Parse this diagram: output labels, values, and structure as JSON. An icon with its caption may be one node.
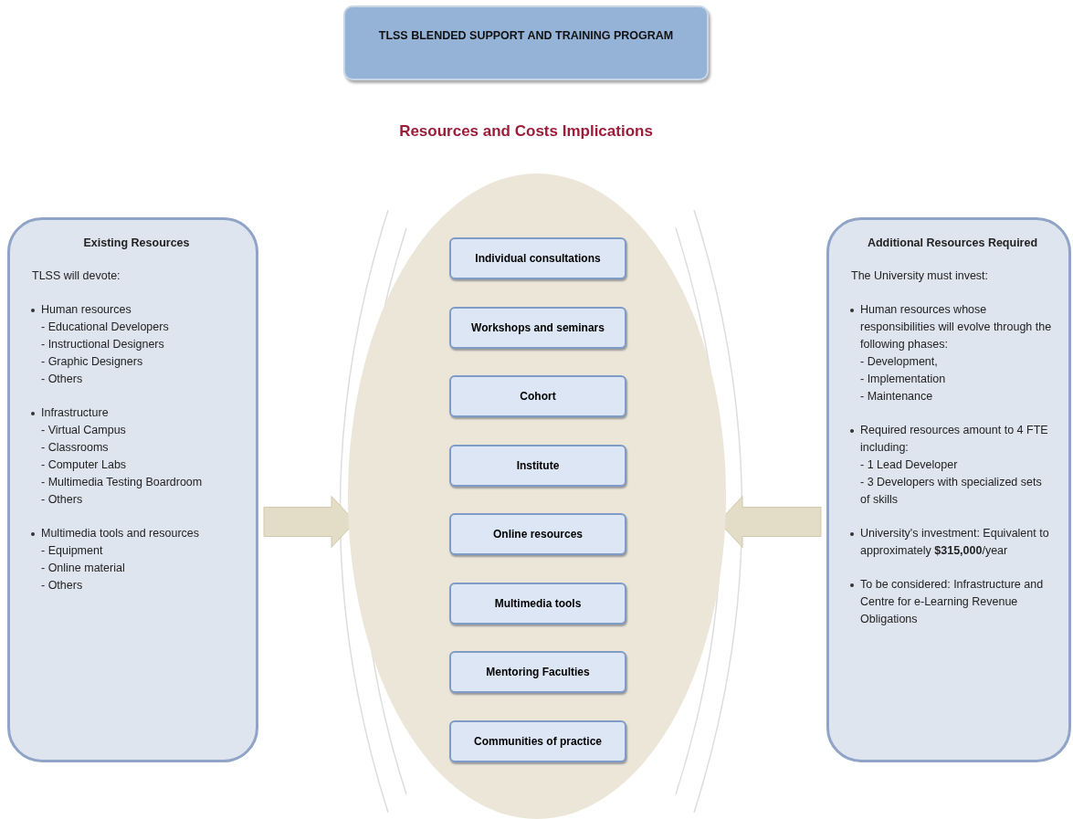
{
  "diagram": {
    "title": "Resources and Costs Implications",
    "nodes": [
      {
        "text": [
          "TLSS BLENDED SUPPORT AND TRAINING PROGRAM"
        ]
      },
      {
        "text": [
          "Existing Resources",
          "TLSS will devote:",
          "Human resources",
          "- Educational Developers",
          "- Instructional Designers",
          "- Graphic Designers",
          "- Others",
          "Infrastructure",
          "- Virtual Campus",
          "- Classrooms",
          "- Computer Labs",
          "- Multimedia Testing Boardroom",
          "- Others",
          "Multimedia tools and resources",
          "- Equipment",
          "- Online material",
          "- Others"
        ]
      },
      {
        "text": [],
        "shape": "ellipse"
      },
      {
        "text": [
          "Individual consultations"
        ],
        "in": 2
      },
      {
        "text": [
          "Workshops and seminars"
        ],
        "in": 2
      },
      {
        "text": [
          "Cohort"
        ],
        "in": 2
      },
      {
        "text": [
          "Institute"
        ],
        "in": 2
      },
      {
        "text": [
          "Online resources"
        ],
        "in": 2
      },
      {
        "text": [
          "Multimedia tools"
        ],
        "in": 2
      },
      {
        "text": [
          "Mentoring Faculties"
        ],
        "in": 2
      },
      {
        "text": [
          "Communities of practice"
        ],
        "in": 2
      },
      {
        "text": [
          "Additional Resources Required",
          "The University must invest:",
          "Human resources whose responsibilities will evolve through the following phases:",
          "- Development,",
          "- Implementation",
          "- Maintenance",
          "Required resources amount to 4 FTE including:",
          "- 1 Lead Developer",
          "- 3 Developers with specialized sets of skills",
          "University's investment: Equivalent to approximately **$315,000**/year",
          "To be considered: Infrastructure and Centre for e-Learning Revenue Obligations"
        ]
      }
    ],
    "edges": [
      {
        "from": 1,
        "to": 2,
        "arrow": "to",
        "style": "thick"
      },
      {
        "from": 11,
        "to": 2,
        "arrow": "to",
        "style": "thick"
      }
    ]
  }
}
